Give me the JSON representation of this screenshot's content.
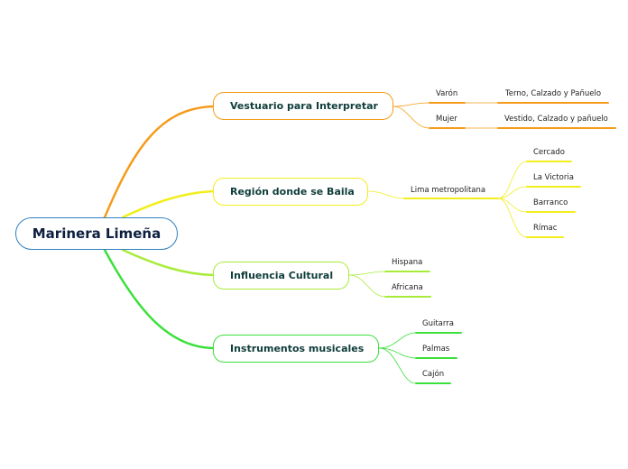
{
  "root": {
    "label": "Marinera Limeña",
    "color": "#2f7fc0"
  },
  "branches": [
    {
      "label": "Vestuario para Interpretar",
      "color": "#f59b1a",
      "children": [
        {
          "label": "Varón",
          "children": [
            {
              "label": "Terno, Calzado y Pañuelo"
            }
          ]
        },
        {
          "label": "Mujer",
          "children": [
            {
              "label": "Vestido, Calzado y pañuelo"
            }
          ]
        }
      ]
    },
    {
      "label": "Región donde se Baila",
      "color": "#f2ee1e",
      "children": [
        {
          "label": "Lima metropolitana",
          "children": [
            {
              "label": "Cercado"
            },
            {
              "label": "La Victoria"
            },
            {
              "label": "Barranco"
            },
            {
              "label": "Rímac"
            }
          ]
        }
      ]
    },
    {
      "label": "Influencia Cultural",
      "color": "#a8ec3a",
      "children": [
        {
          "label": "Hispana"
        },
        {
          "label": "Africana"
        }
      ]
    },
    {
      "label": "Instrumentos musicales",
      "color": "#3be03b",
      "children": [
        {
          "label": "Guitarra"
        },
        {
          "label": "Palmas"
        },
        {
          "label": "Cajón"
        }
      ]
    }
  ]
}
